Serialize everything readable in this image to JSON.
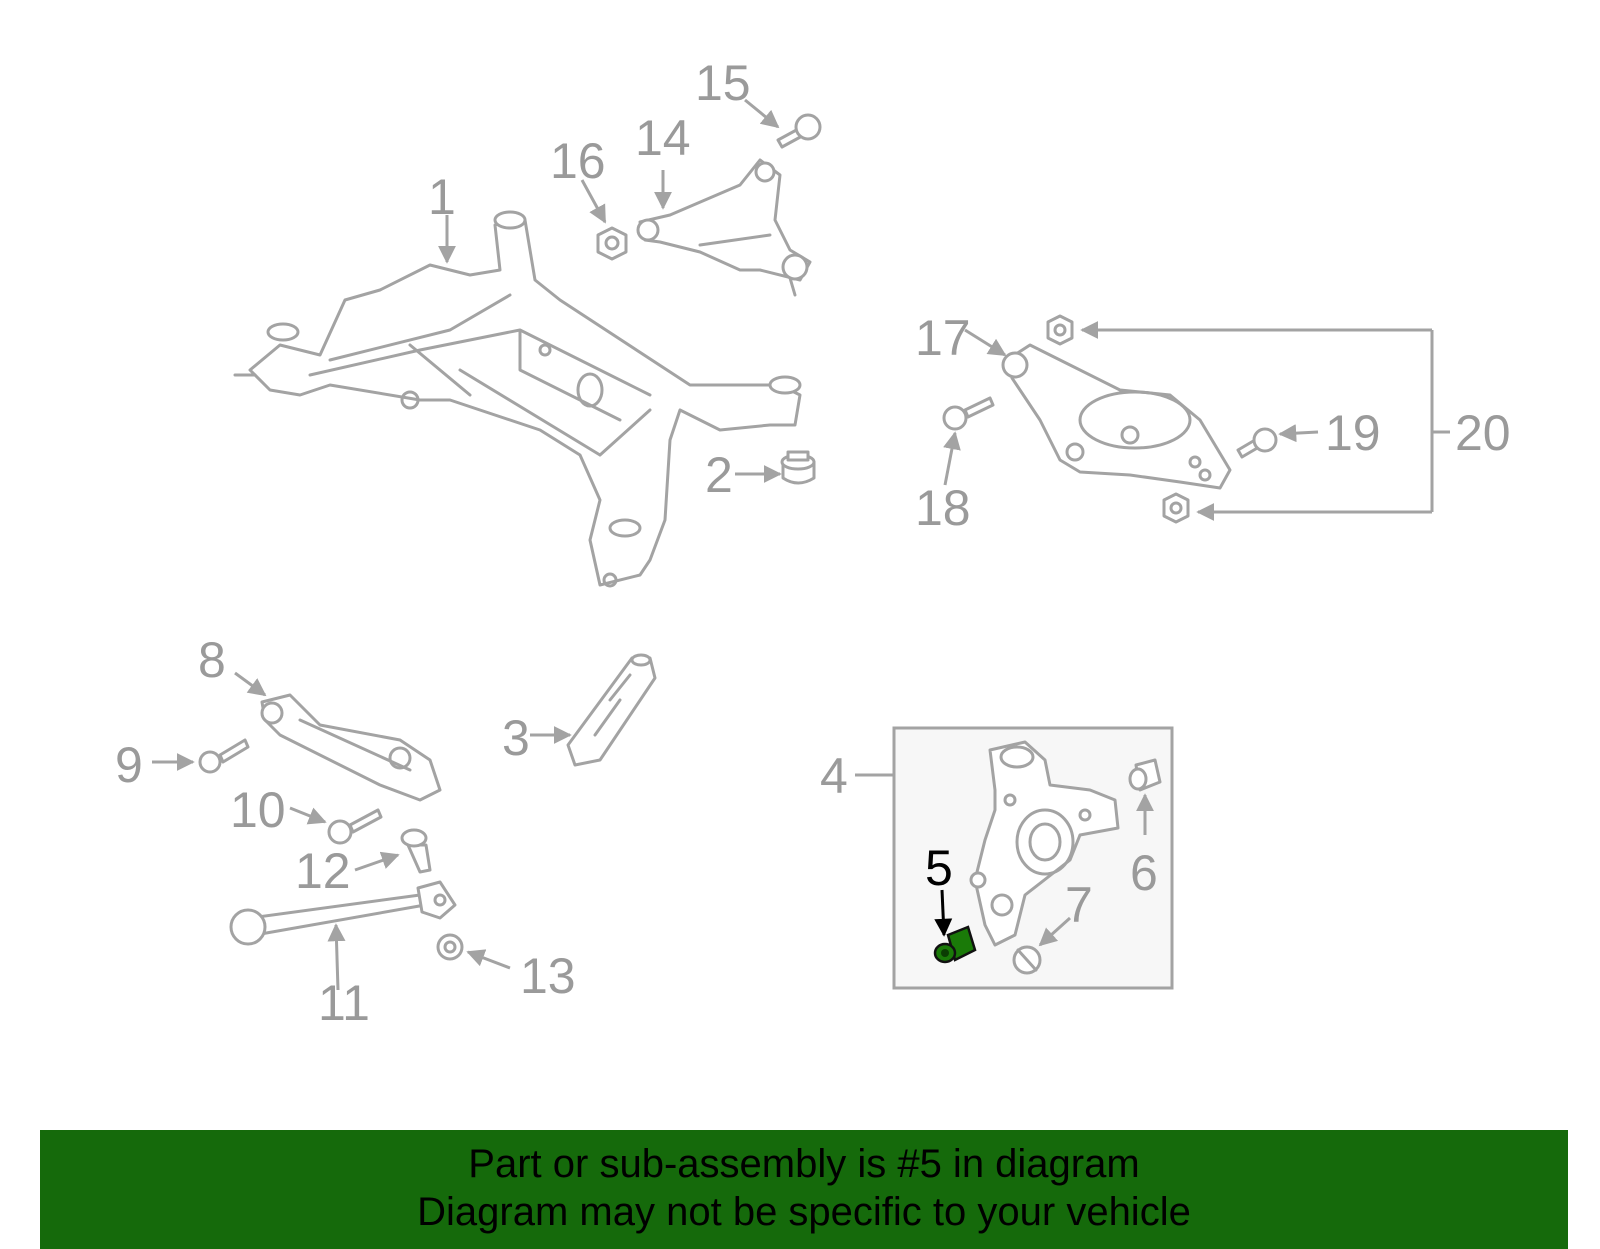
{
  "diagram": {
    "callouts": [
      "1",
      "2",
      "3",
      "4",
      "5",
      "6",
      "7",
      "8",
      "9",
      "10",
      "11",
      "12",
      "13",
      "14",
      "15",
      "16",
      "17",
      "18",
      "19",
      "20"
    ],
    "highlighted_callout": "5",
    "colors": {
      "part_stroke": "#a3a3a3",
      "label_gray": "#9a9a9a",
      "highlight_part": "#1a7a08",
      "highlight_label": "#000000",
      "kit_box_fill": "#f7f7f7"
    }
  },
  "footer": {
    "background": "#156a0b",
    "line1": "Part or sub-assembly is #5 in diagram",
    "line2": "Diagram may not be specific to your vehicle"
  }
}
